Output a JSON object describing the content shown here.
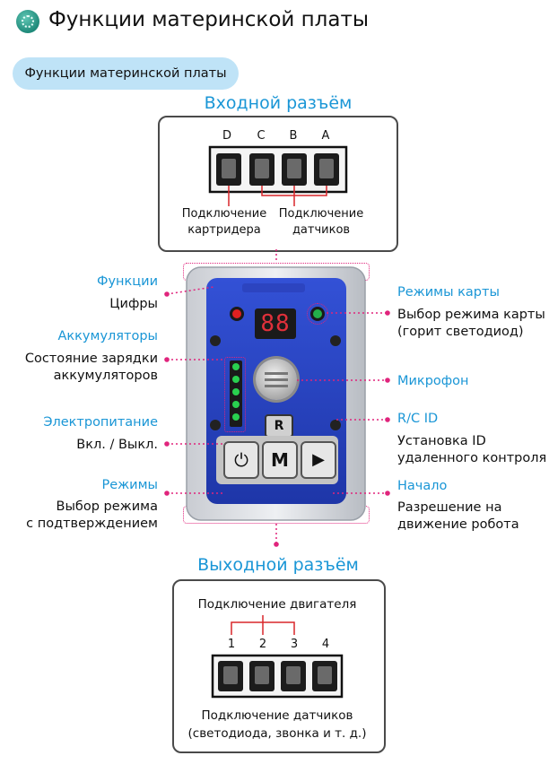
{
  "header": {
    "title": "Функции материнской платы",
    "logo_icon": "chip-icon"
  },
  "section_pill": "Функции материнской платы",
  "input_connector": {
    "title": "Входной разъём",
    "pins": [
      "D",
      "C",
      "B",
      "A"
    ],
    "label_left": [
      "Подключение",
      "картридера"
    ],
    "label_right": [
      "Подключение",
      "датчиков"
    ]
  },
  "board": {
    "display": "88",
    "r_button": "R",
    "m_button": "M"
  },
  "callouts_left": [
    {
      "title": "Функции",
      "desc": [
        "Цифры"
      ]
    },
    {
      "title": "Аккумуляторы",
      "desc": [
        "Состояние зарядки",
        "аккумуляторов"
      ]
    },
    {
      "title": "Электропитание",
      "desc": [
        "Вкл. / Выкл."
      ]
    },
    {
      "title": "Режимы",
      "desc": [
        "Выбор режима",
        "с подтверждением"
      ]
    }
  ],
  "callouts_right": [
    {
      "title": "Режимы карты",
      "desc": [
        "Выбор режима карты",
        "(горит светодиод)"
      ]
    },
    {
      "title": "Микрофон",
      "desc": []
    },
    {
      "title": "R/C ID",
      "desc": [
        "Установка ID",
        "удаленного контроля"
      ]
    },
    {
      "title": "Начало",
      "desc": [
        "Разрешение на",
        "движение робота"
      ]
    }
  ],
  "output_connector": {
    "title": "Выходной разъём",
    "top_label": "Подключение двигателя",
    "pins": [
      "1",
      "2",
      "3",
      "4"
    ],
    "bottom_label": [
      "Подключение датчиков",
      "(светодиода, звонка и т. д.)"
    ]
  },
  "colors": {
    "accent_blue": "#1a96d6",
    "leader_pink": "#e0247c",
    "bracket_red": "#d9262a",
    "board_blue": "#2a46c8"
  }
}
